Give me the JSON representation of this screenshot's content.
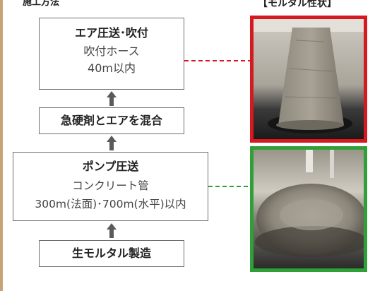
{
  "top_label": "施工方法",
  "header": "【モルタル性状】",
  "steps": [
    {
      "title": "エア圧送･吹付",
      "lines": [
        "吹付ホース",
        "40m以内"
      ]
    },
    {
      "title": "急硬剤とエアを混合"
    },
    {
      "title": "ポンプ圧送",
      "lines": [
        "コンクリート管",
        "300m(法面)･700m(水平)以内"
      ]
    },
    {
      "title": "生モルタル製造"
    }
  ],
  "colors": {
    "border": "#6f6f6f",
    "arrow": "#5a5a5a",
    "upper_photo_frame": "#d6181f",
    "lower_photo_frame": "#2fa037",
    "left_rule": "#c8a37a"
  }
}
